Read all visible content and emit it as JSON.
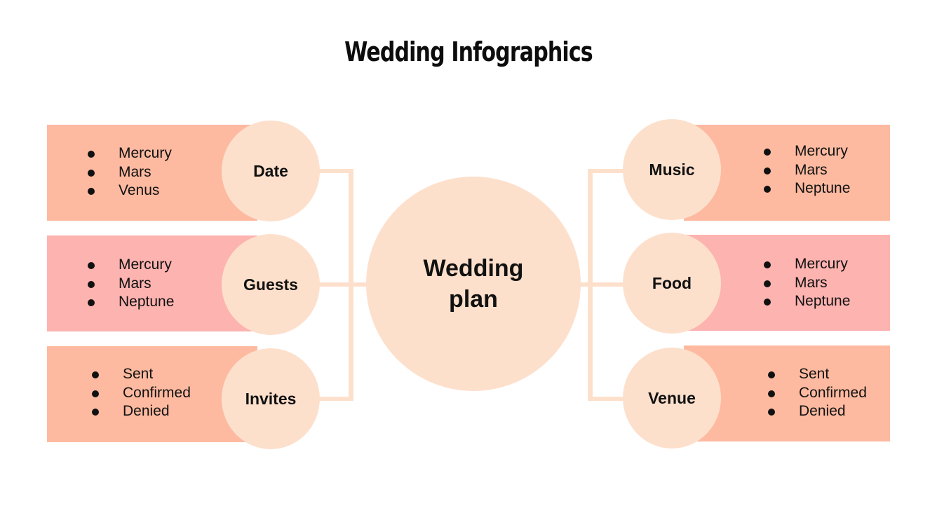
{
  "title": "Wedding Infographics",
  "center": {
    "line1": "Wedding",
    "line2": "plan"
  },
  "colors": {
    "peach": "#fdbaa0",
    "pink": "#fdb3b0",
    "circle": "#fde0cc",
    "text": "#111111"
  },
  "left": [
    {
      "label": "Date",
      "items": [
        "Mercury",
        "Mars",
        "Venus"
      ],
      "color": "peach"
    },
    {
      "label": "Guests",
      "items": [
        "Mercury",
        "Mars",
        "Neptune"
      ],
      "color": "pink"
    },
    {
      "label": "Invites",
      "items": [
        "Sent",
        "Confirmed",
        "Denied"
      ],
      "color": "peach"
    }
  ],
  "right": [
    {
      "label": "Music",
      "items": [
        "Mercury",
        "Mars",
        "Neptune"
      ],
      "color": "peach"
    },
    {
      "label": "Food",
      "items": [
        "Mercury",
        "Mars",
        "Neptune"
      ],
      "color": "pink"
    },
    {
      "label": "Venue",
      "items": [
        "Sent",
        "Confirmed",
        "Denied"
      ],
      "color": "peach"
    }
  ]
}
